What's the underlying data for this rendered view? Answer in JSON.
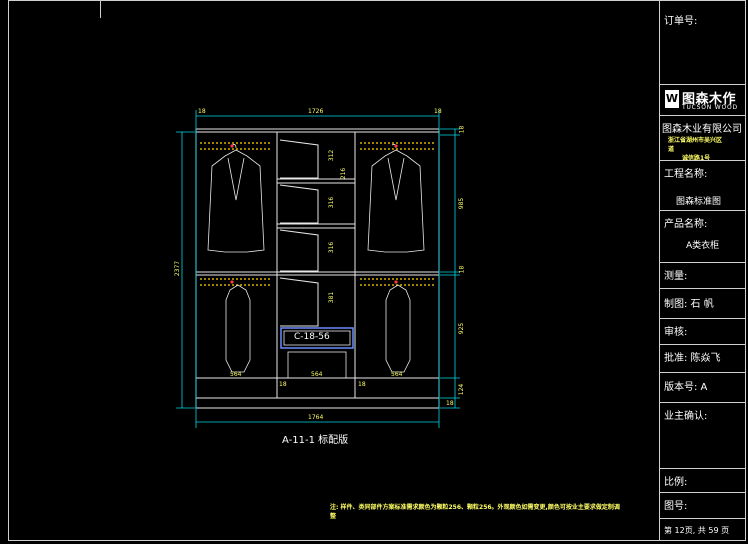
{
  "titleblock": {
    "order_no_label": "订单号:",
    "logo": {
      "cn": "图森木作",
      "en": "TUCSON WOOD"
    },
    "company": "图森木业有限公司",
    "company_sub": "浙江省湖州市吴兴区",
    "company_sub2": "道",
    "company_sub3": "诚信路1号",
    "project_label": "工程名称:",
    "project_value": "图森标准图",
    "product_label": "产品名称:",
    "product_value": "A类衣柜",
    "measure_label": "测量:",
    "drawn_label": "制图: 石  帆",
    "review_label": "审核:",
    "approve_label": "批准: 陈焱飞",
    "version_label": "版本号: A",
    "owner_label": "业主确认:",
    "scale_label": "比例:",
    "drawing_no_label": "图号:",
    "page_label": "第 12页, 共 59 页"
  },
  "drawing": {
    "caption": "A-11-1 标配版",
    "module_label": "C-18-56",
    "dim_top_width": "1726",
    "dim_bottom_width": "1764",
    "dim_left_height": "2377",
    "dim_small_18": "18",
    "dim_small_right": "18",
    "dims_right": [
      "18",
      "985",
      "18",
      "925",
      "124",
      "18"
    ],
    "dims_center": [
      "312",
      "316",
      "316",
      "381",
      "216"
    ],
    "dims_bottom_inner": [
      "564",
      "564",
      "564",
      "18",
      "18"
    ]
  },
  "note": "注: 样件、类同部件方案标准需求颜色为颗粒256、颗粒256。外观颜色如需变更,颜色可按业主要求做定制调整"
}
